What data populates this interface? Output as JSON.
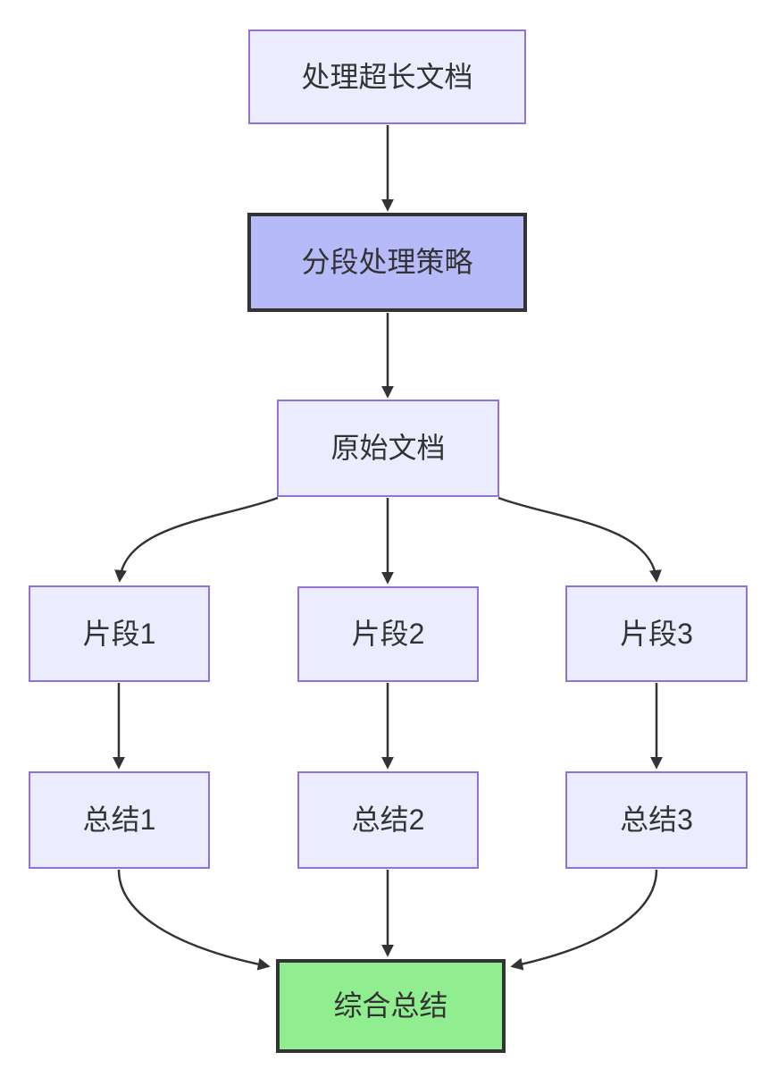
{
  "diagram": {
    "type": "flowchart",
    "direction": "top-down",
    "background_color": "#ffffff",
    "edge_color": "#333333",
    "text_color": "#333333",
    "default_node_fill": "#ECECFF",
    "default_node_stroke": "#9370DB",
    "strategy_node_fill": "#B6BAF8",
    "result_node_fill": "#90EE90",
    "emphasis_node_stroke": "#333333",
    "nodes": [
      {
        "id": "A",
        "label": "处理超长文档",
        "style": "default"
      },
      {
        "id": "B",
        "label": "分段处理策略",
        "style": "strategy-highlight"
      },
      {
        "id": "C",
        "label": "原始文档",
        "style": "default"
      },
      {
        "id": "D",
        "label": "片段1",
        "style": "default"
      },
      {
        "id": "E",
        "label": "片段2",
        "style": "default"
      },
      {
        "id": "F",
        "label": "片段3",
        "style": "default"
      },
      {
        "id": "G",
        "label": "总结1",
        "style": "default"
      },
      {
        "id": "H",
        "label": "总结2",
        "style": "default"
      },
      {
        "id": "I",
        "label": "总结3",
        "style": "default"
      },
      {
        "id": "J",
        "label": "综合总结",
        "style": "result-highlight"
      }
    ],
    "edges": [
      {
        "from": "处理超长文档",
        "to": "分段处理策略"
      },
      {
        "from": "分段处理策略",
        "to": "原始文档"
      },
      {
        "from": "原始文档",
        "to": "片段1"
      },
      {
        "from": "原始文档",
        "to": "片段2"
      },
      {
        "from": "原始文档",
        "to": "片段3"
      },
      {
        "from": "片段1",
        "to": "总结1"
      },
      {
        "from": "片段2",
        "to": "总结2"
      },
      {
        "from": "片段3",
        "to": "总结3"
      },
      {
        "from": "总结1",
        "to": "综合总结"
      },
      {
        "from": "总结2",
        "to": "综合总结"
      },
      {
        "from": "总结3",
        "to": "综合总结"
      }
    ]
  }
}
